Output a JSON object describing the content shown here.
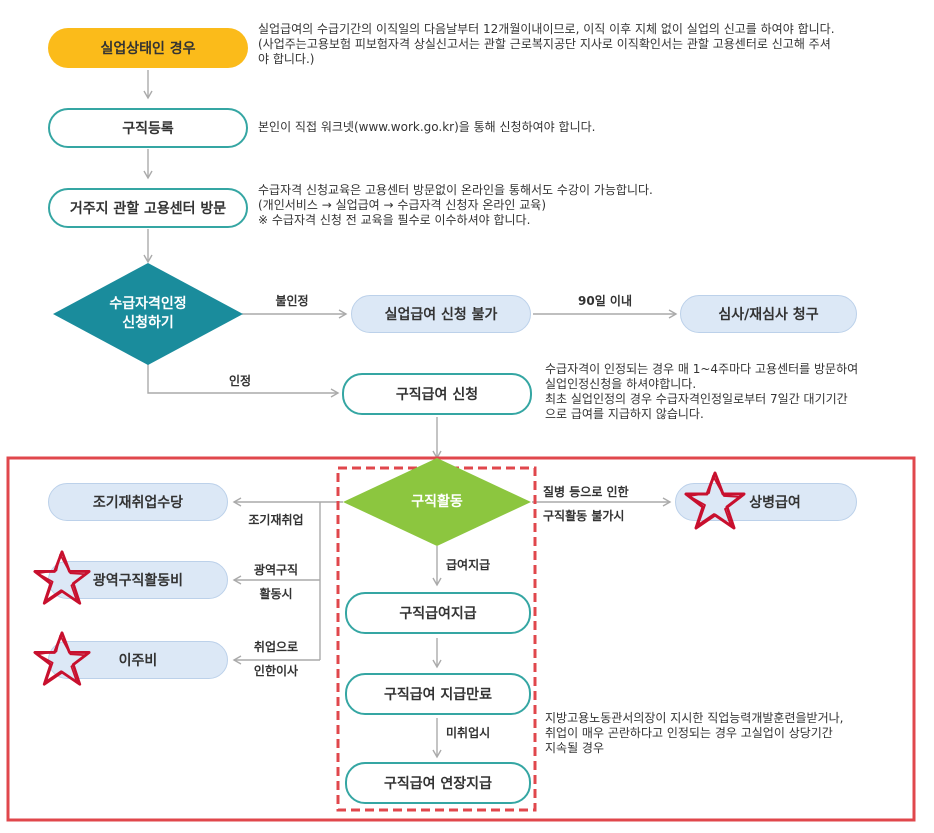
{
  "nodes": {
    "unemployed": "실업상태인 경우",
    "job_registration": "구직등록",
    "visit_center": "거주지 관할 고용센터 방문",
    "eligibility_line1": "수급자격인정",
    "eligibility_line2": "신청하기",
    "not_possible": "실업급여 신청 불가",
    "review_request": "심사/재심사 청구",
    "apply_benefit": "구직급여 신청",
    "job_seeking": "구직활동",
    "payment": "구직급여지급",
    "payment_end": "구직급여 지급만료",
    "extended_payment": "구직급여 연장지급",
    "early_reemployment": "조기재취업수당",
    "wide_area": "광역구직활동비",
    "relocation": "이주비",
    "sickness": "상병급여"
  },
  "notes": {
    "unemployed": [
      "실업급여의 수급기간의 이직일의 다음날부터 12개월이내이므로, 이직 이후 지체 없이 실업의 신고를 하여야 합니다.",
      "(사업주는고용보험 피보험자격 상실신고서는 관할 근로복지공단 지사로 이직확인서는 관할 고용센터로 신고해 주셔",
      "야 합니다.)"
    ],
    "job_registration": "본인이 직접 워크넷(www.work.go.kr)을 통해 신청하여야 합니다.",
    "visit_center": [
      "수급자격 신청교육은 고용센터 방문없이 온라인을 통해서도 수강이 가능합니다.",
      "(개인서비스 → 실업급여 → 수급자격 신청자 온라인 교육)",
      "※ 수급자격 신청 전 교육을 필수로 이수하셔야 합니다."
    ],
    "apply_benefit": [
      "수급자격이 인정되는 경우 매 1~4주마다 고용센터를 방문하여",
      "실업인정신청을 하셔야합니다.",
      "최초 실업인정의 경우 수급자격인정일로부터 7일간 대기기간",
      "으로 급여를 지급하지 않습니다."
    ],
    "extended_payment": [
      "지방고용노동관서의장이 지시한 직업능력개발훈련을받거나,",
      "취업이 매우 곤란하다고 인정되는 경우 고실업이 상당기간",
      "지속될 경우"
    ]
  },
  "edges": {
    "rejected": "불인정",
    "within_90": "90일 이내",
    "approved": "인정",
    "payment": "급여지급",
    "unemployed_continue": "미취업시",
    "early_reemployment": "조기재취업",
    "wide_area_1": "광역구직",
    "wide_area_2": "활동시",
    "relocation_1": "취업으로",
    "relocation_2": "인한이사",
    "sickness_1": "질병 등으로 인한",
    "sickness_2": "구직활동 불가시"
  },
  "colors": {
    "teal": "#1a8c9c",
    "green": "#8cc63f",
    "yellow": "#fbbb1a",
    "light_blue": "#dce8f6",
    "outline": "#35a6a3",
    "red_border": "#e0474c",
    "star_red": "#c8102e"
  }
}
